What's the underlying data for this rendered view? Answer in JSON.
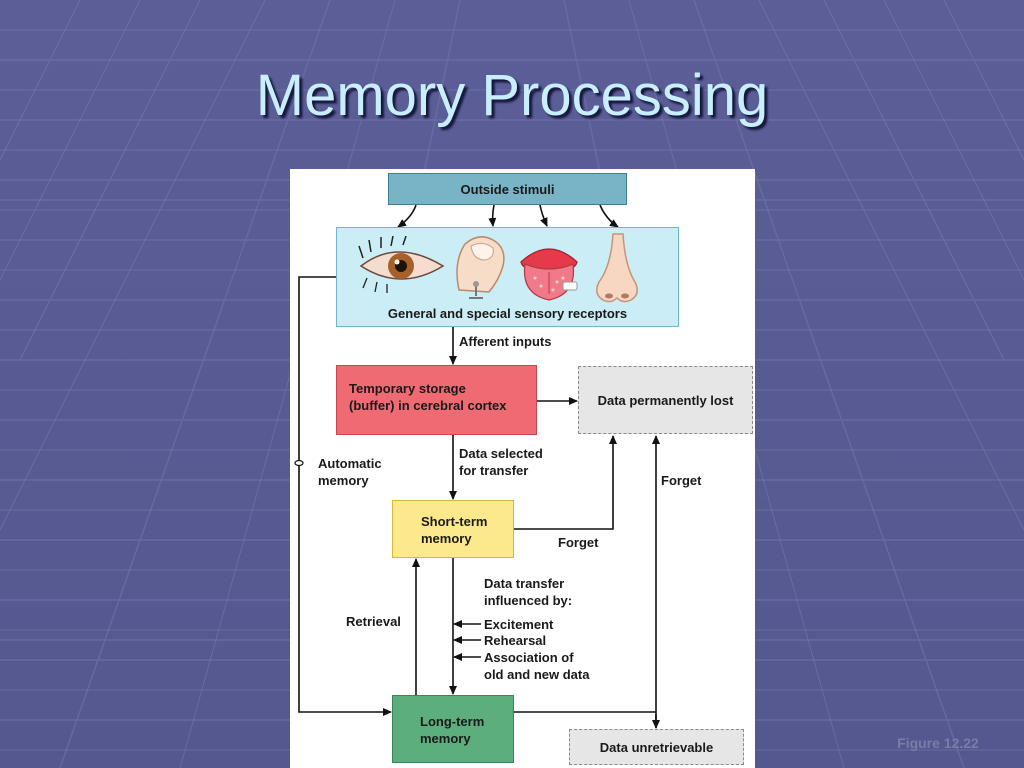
{
  "slide": {
    "title": "Memory Processing",
    "figure_label": "Figure 12.22"
  },
  "diagram": {
    "nodes": {
      "outside_stimuli": "Outside stimuli",
      "sensory_receptors": "General and special sensory receptors",
      "temporary_storage_line1": "Temporary storage",
      "temporary_storage_line2": "(buffer) in cerebral cortex",
      "data_lost": "Data permanently lost",
      "short_term_line1": "Short-term",
      "short_term_line2": "memory",
      "long_term_line1": "Long-term",
      "long_term_line2": "memory",
      "data_unretrievable": "Data unretrievable"
    },
    "labels": {
      "afferent_inputs": "Afferent inputs",
      "data_selected_line1": "Data selected",
      "data_selected_line2": "for transfer",
      "automatic_memory_line1": "Automatic",
      "automatic_memory_line2": "memory",
      "forget_short": "Forget",
      "forget_long": "Forget",
      "retrieval": "Retrieval",
      "transfer_heading_line1": "Data transfer",
      "transfer_heading_line2": "influenced by:",
      "factor_excitement": "Excitement",
      "factor_rehearsal": "Rehearsal",
      "factor_association_line1": "Association of",
      "factor_association_line2": "old and new data"
    },
    "receptor_icons": [
      "eye-icon",
      "fingertip-icon",
      "tongue-icon",
      "nose-icon"
    ],
    "colors": {
      "stimuli": "#78b4c6",
      "receptors": "#cbedf5",
      "temporary_storage": "#ef6a72",
      "short_term": "#fbe98c",
      "long_term": "#5cae7d",
      "lost": "#e6e6e6"
    }
  }
}
